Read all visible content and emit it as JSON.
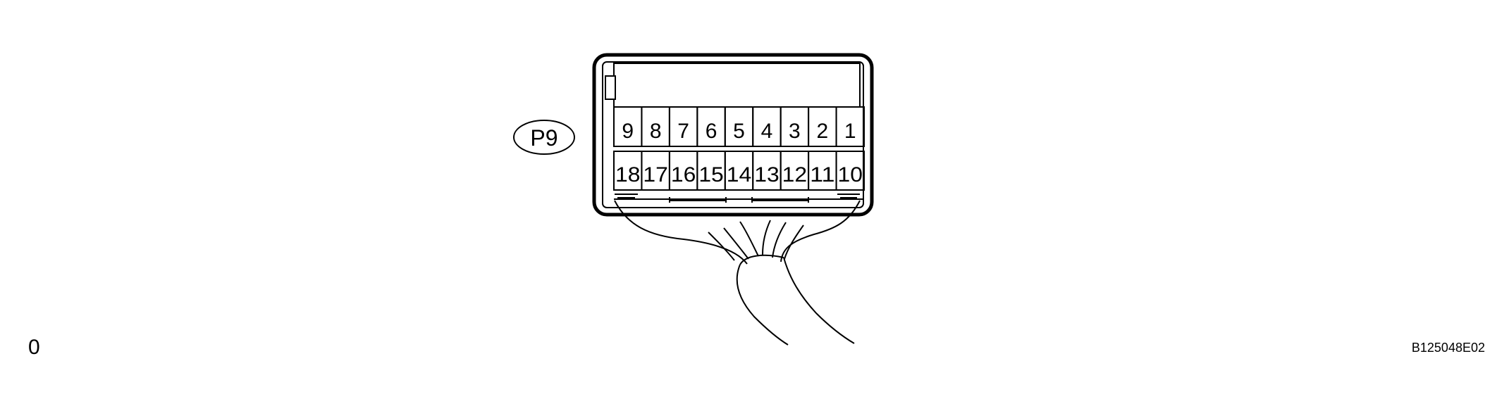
{
  "connector": {
    "code": "P9",
    "top_row_pins": [
      "9",
      "8",
      "7",
      "6",
      "5",
      "4",
      "3",
      "2",
      "1"
    ],
    "bottom_row_pins": [
      "18",
      "17",
      "16",
      "15",
      "14",
      "13",
      "12",
      "11",
      "10"
    ]
  },
  "corner_label": "0",
  "reference_code": "B125048E02"
}
